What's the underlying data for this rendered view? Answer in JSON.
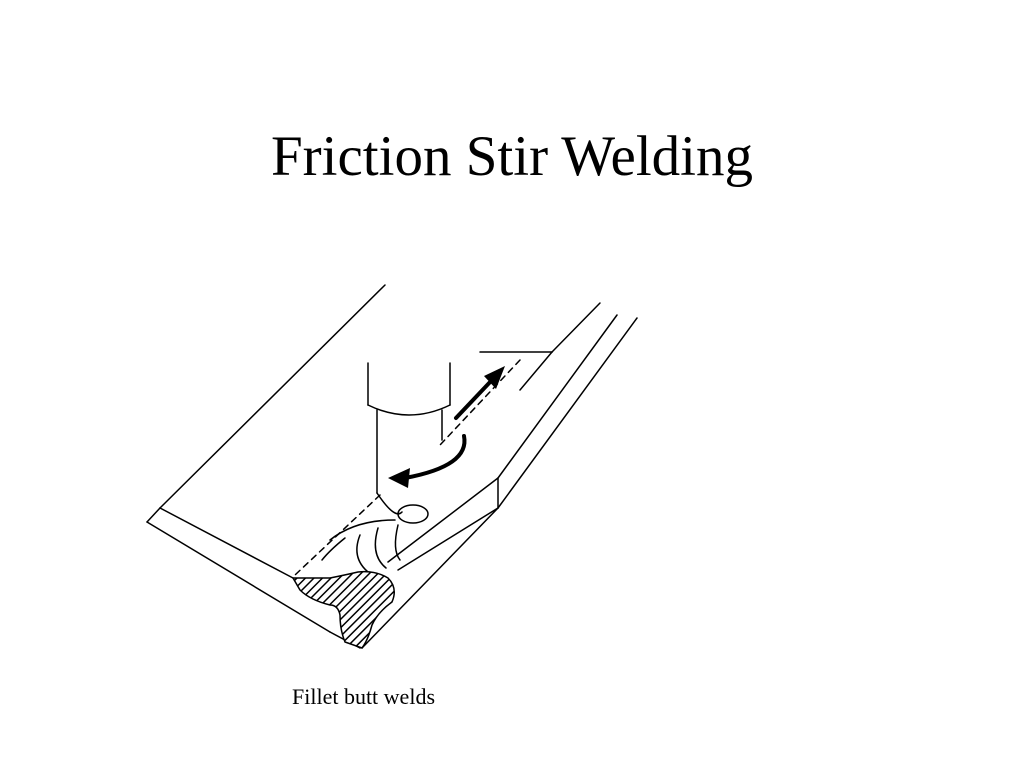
{
  "slide": {
    "title": "Friction Stir Welding",
    "caption": "Fillet butt welds"
  },
  "diagram": {
    "subject": "friction stir welding tool on a fillet butt weld joint",
    "elements": [
      "workpiece-plates",
      "welding-tool-shoulder",
      "welding-tool-pin",
      "rotation-arrow-icon",
      "travel-direction-arrow-icon",
      "weld-nugget-cross-section",
      "weld-seam-line"
    ],
    "stroke_color": "#000000",
    "background_color": "#ffffff"
  }
}
